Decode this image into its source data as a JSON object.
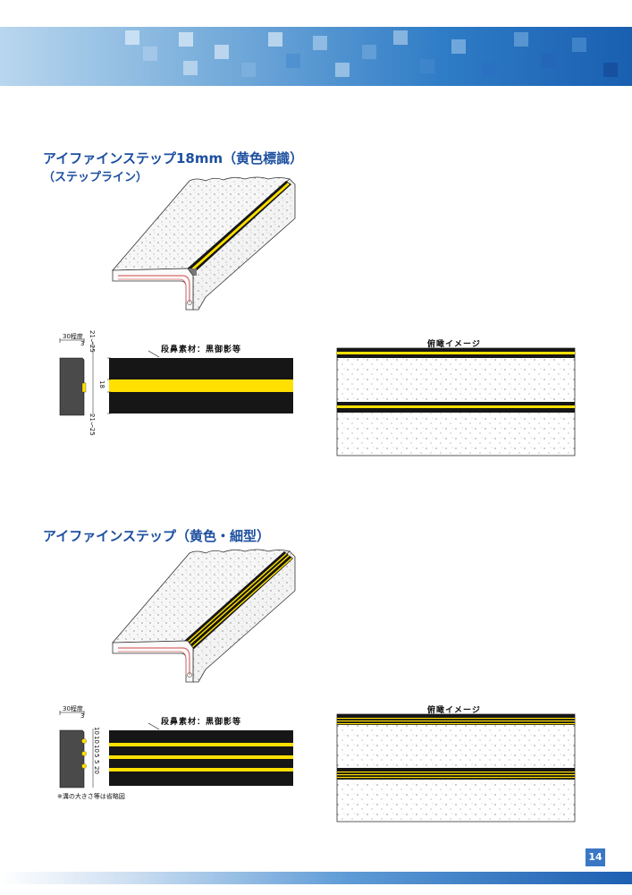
{
  "section1": {
    "title": "アイファインステップ18mm（黄色標識）",
    "subtitle": "（ステップライン）",
    "dim_top": "30程度",
    "dim_edge": "3",
    "dim_band_top": "21～25",
    "dim_band_mid": "18",
    "dim_band_bottom": "21～25",
    "nosing_label": "段鼻素材：黒御影等",
    "overhead_label": "俯瞰イメージ"
  },
  "section2": {
    "title": "アイファインステップ（黄色・細型）",
    "dim_top": "30程度",
    "dim_edge": "3",
    "dims_vertical": [
      "10",
      "10",
      "10",
      "5",
      "5",
      "20"
    ],
    "nosing_label": "段鼻素材：黒御影等",
    "overhead_label": "俯瞰イメージ",
    "note": "※溝の大きさ等は省略図"
  },
  "page_number": "14",
  "colors": {
    "accent_blue": "#1d4fa0",
    "stripe_yellow": "#ffe000",
    "stripe_black": "#161616"
  }
}
